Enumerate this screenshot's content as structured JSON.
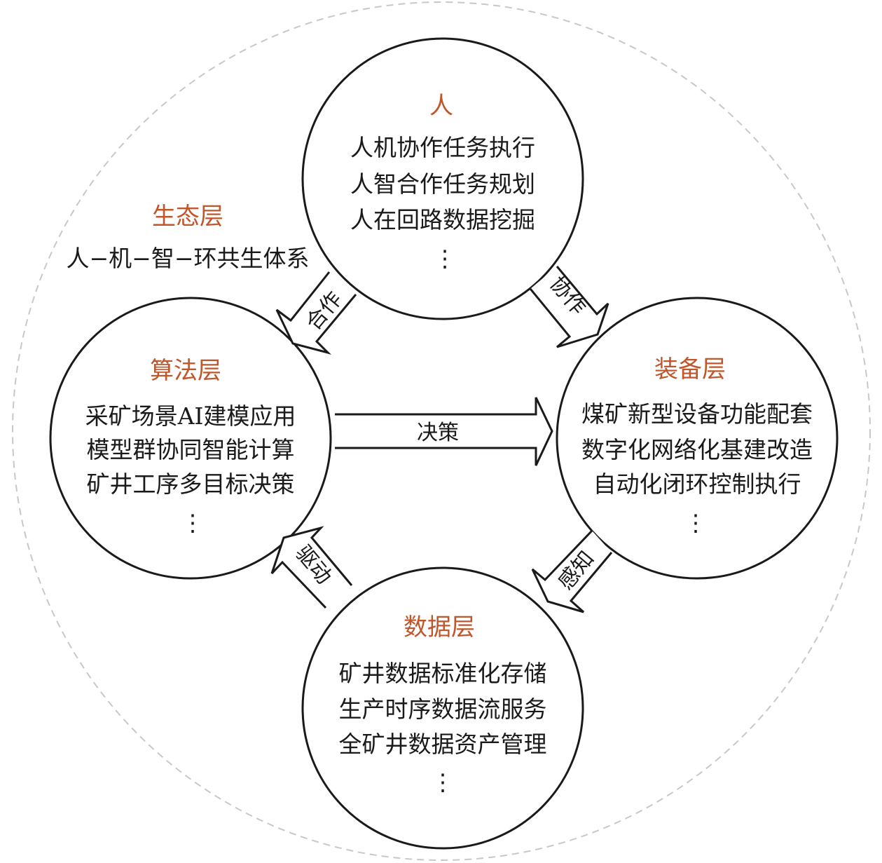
{
  "colors": {
    "title": "#c0562a",
    "line": "#1a1a1a",
    "dashed": "#c8c8c8"
  },
  "ecology": {
    "title": "生态层",
    "subtitle": "人−机−智−环共生体系"
  },
  "human": {
    "title": "人",
    "lines": [
      "人机协作任务执行",
      "人智合作任务规划",
      "人在回路数据挖掘",
      "⋮"
    ]
  },
  "algorithm": {
    "title": "算法层",
    "lines": [
      "采矿场景AI建模应用",
      "模型群协同智能计算",
      "矿井工序多目标决策",
      "⋮"
    ]
  },
  "equipment": {
    "title": "装备层",
    "lines": [
      "煤矿新型设备功能配套",
      "数字化网络化基建改造",
      "自动化闭环控制执行",
      "⋮"
    ]
  },
  "data": {
    "title": "数据层",
    "lines": [
      "矿井数据标准化存储",
      "生产时序数据流服务",
      "全矿井数据资产管理",
      "⋮"
    ]
  },
  "arrows": {
    "cooperate": "合作",
    "collaborate": "协作",
    "decide": "决策",
    "perceive": "感知",
    "drive": "驱动"
  }
}
